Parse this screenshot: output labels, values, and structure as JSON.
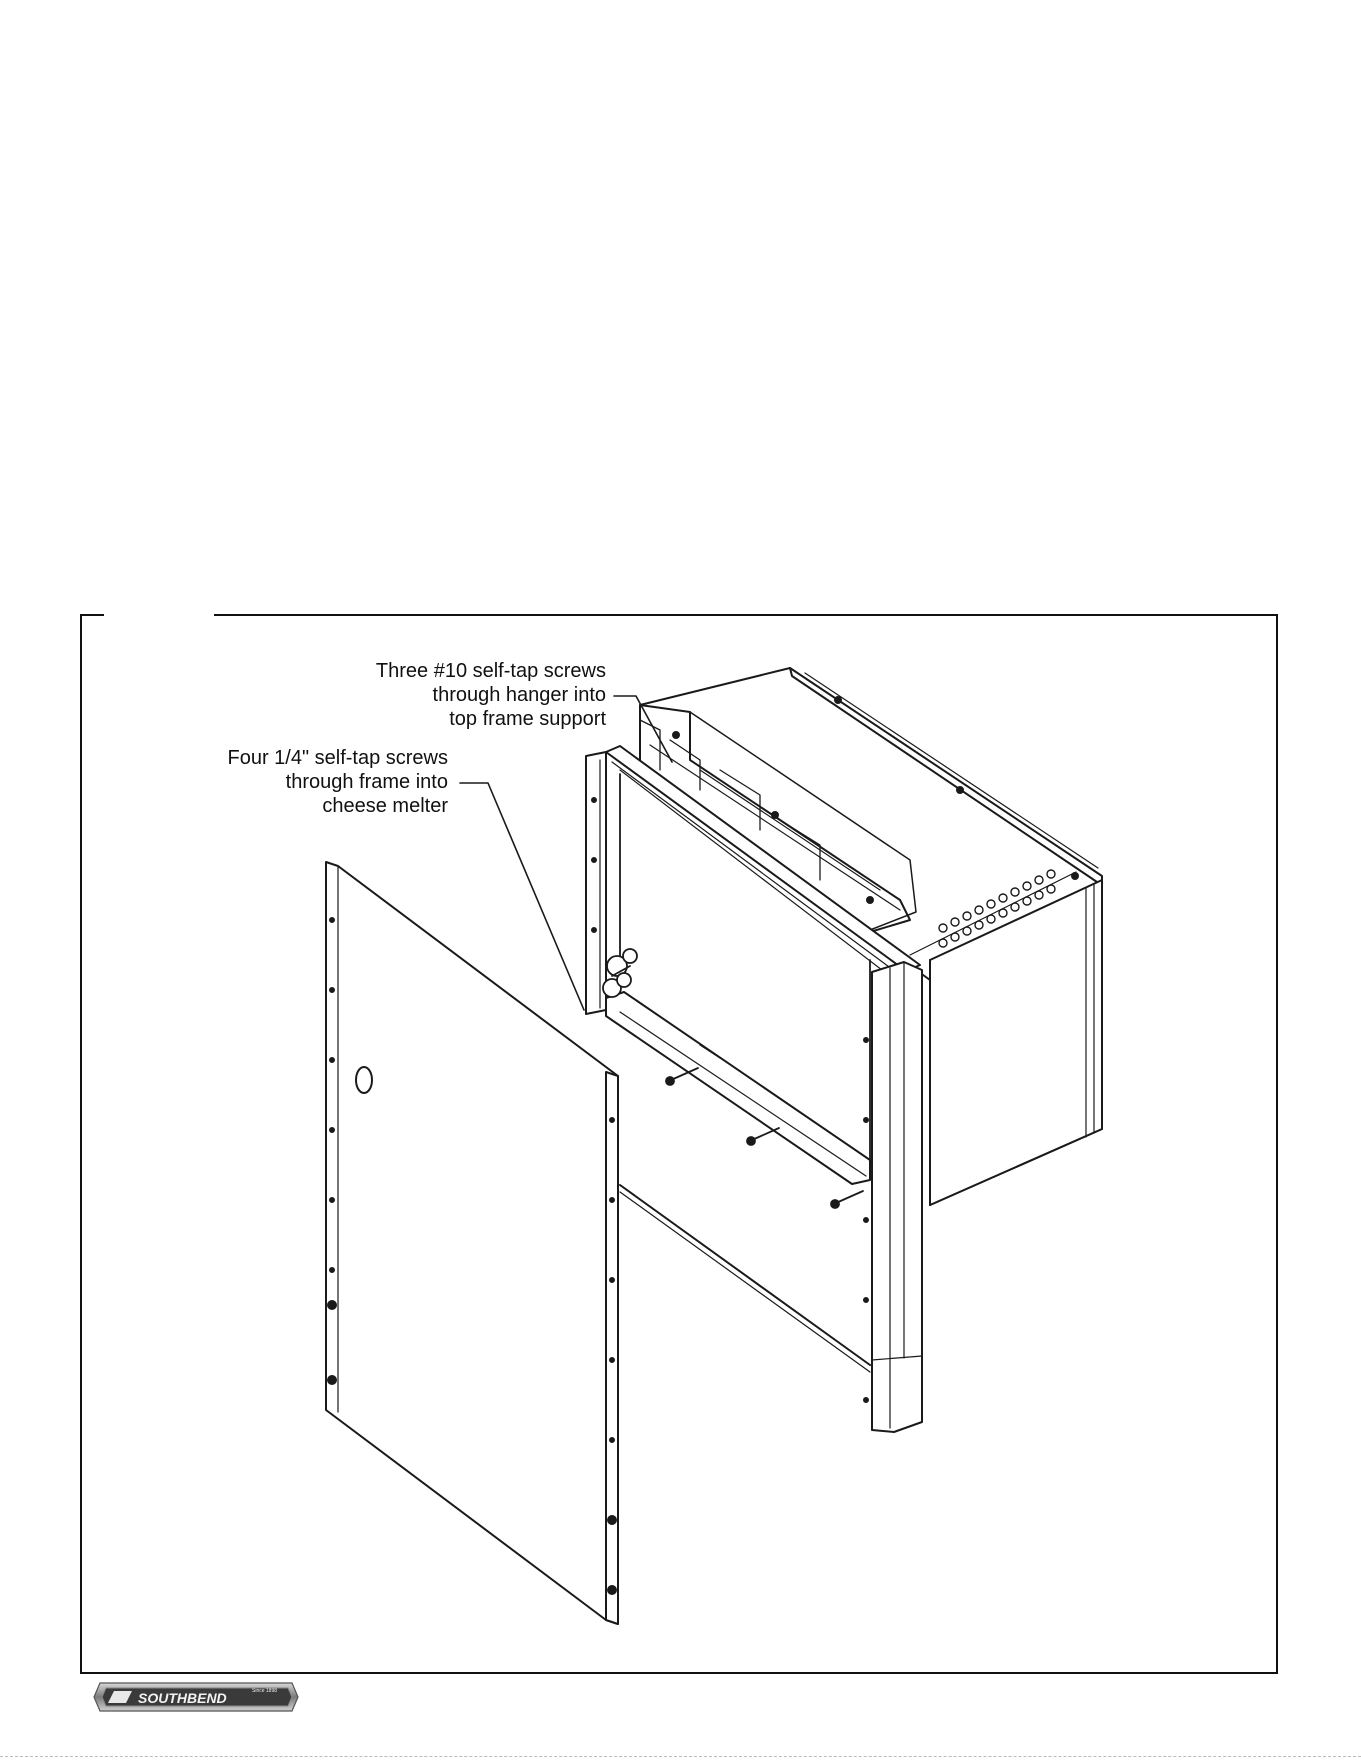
{
  "figure": {
    "callouts": {
      "top_screws": {
        "lines": [
          "Three #10 self-tap screws",
          "through hanger into",
          "top frame support"
        ]
      },
      "frame_screws": {
        "lines": [
          "Four 1/4\" self-tap screws",
          "through frame into",
          "cheese melter"
        ]
      }
    }
  },
  "footer": {
    "logo_text": "SOUTHBEND",
    "logo_tagline": "Since 1898"
  }
}
